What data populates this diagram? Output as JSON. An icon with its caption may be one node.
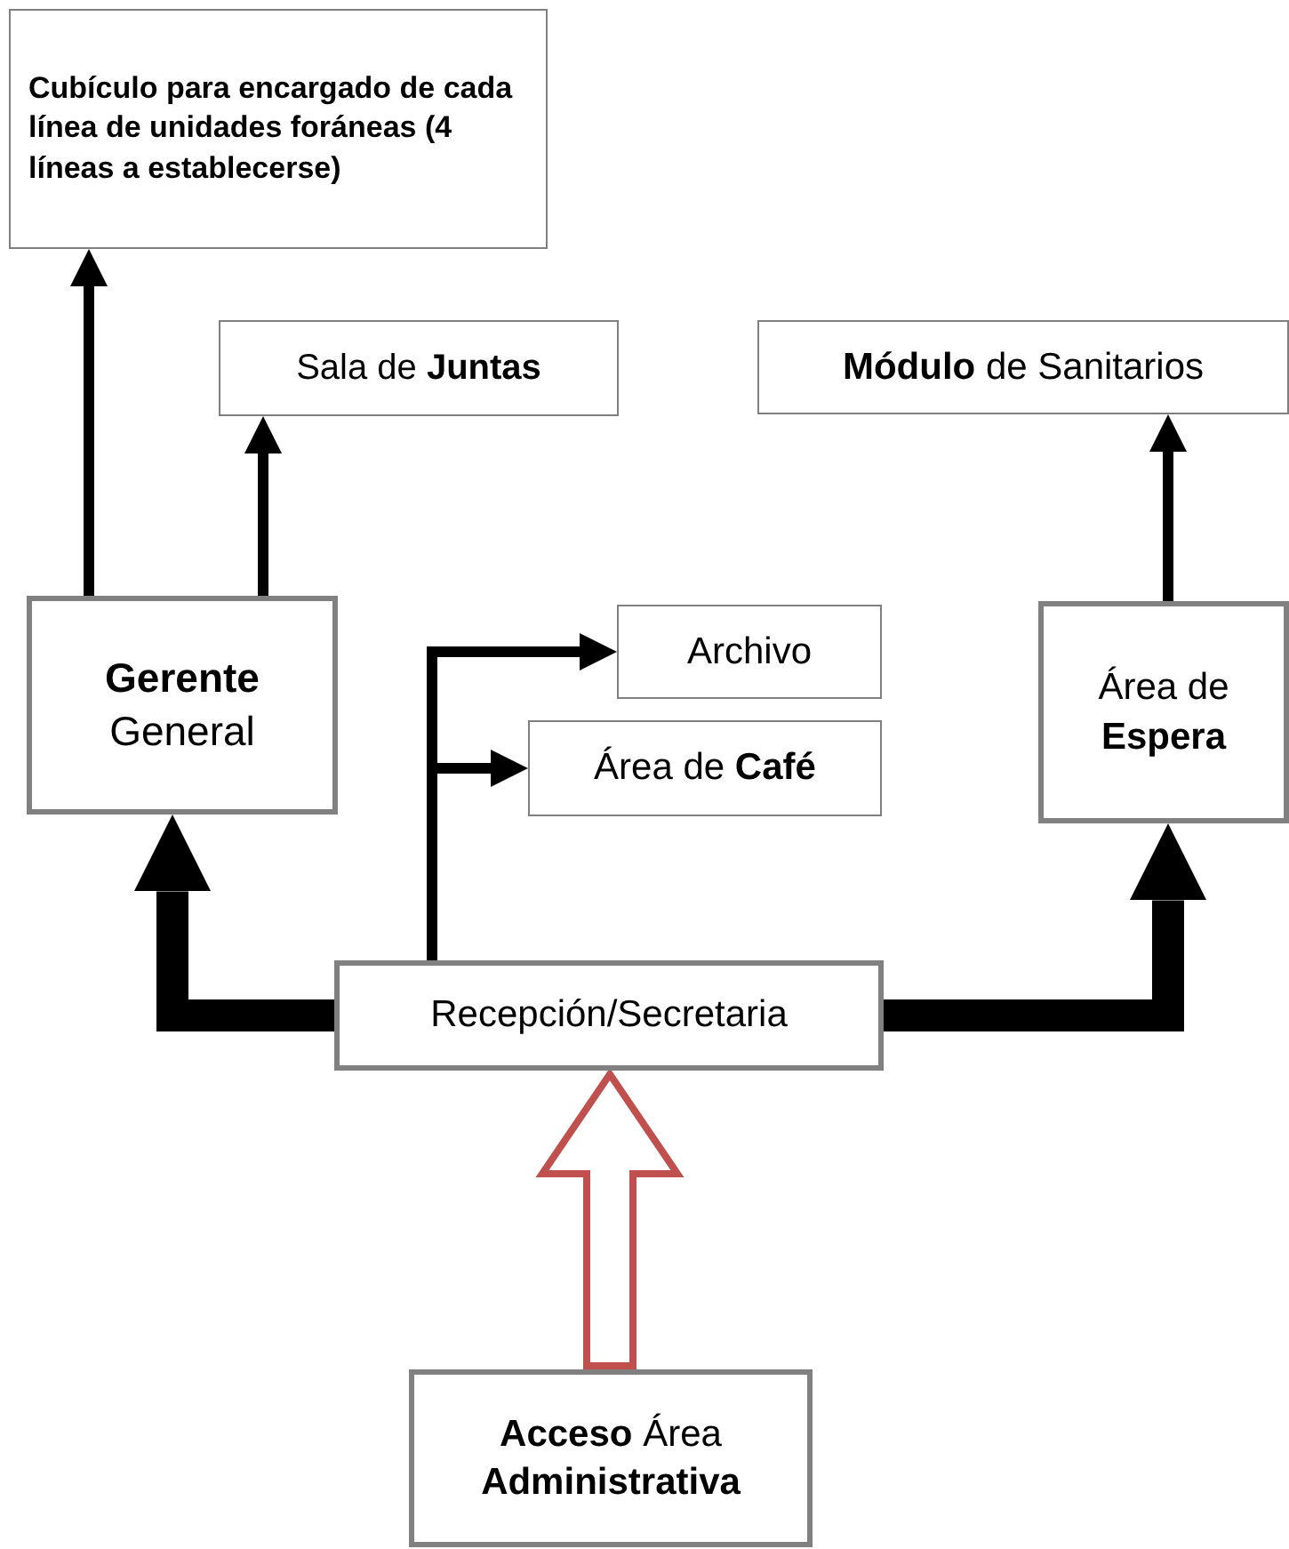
{
  "diagram": {
    "nodes": [
      {
        "text": [
          "Cubículo para encargado de cada línea de unidades foráneas (4 líneas a establecerse)"
        ]
      },
      {
        "text": [
          "Sala de **Juntas**"
        ]
      },
      {
        "text": [
          "**Módulo** de Sanitarios"
        ]
      },
      {
        "text": [
          "**Gerente** General"
        ]
      },
      {
        "text": [
          "Archivo"
        ]
      },
      {
        "text": [
          "Área de **Café**"
        ]
      },
      {
        "text": [
          "Área de **Espera**"
        ]
      },
      {
        "text": [
          "Recepción/Secretaria"
        ]
      },
      {
        "text": [
          "**Acceso** Área **Administrativa**"
        ]
      }
    ],
    "edges": [
      {
        "from": 3,
        "to": 0,
        "arrow": "to"
      },
      {
        "from": 3,
        "to": 1,
        "arrow": "to"
      },
      {
        "from": 6,
        "to": 2,
        "arrow": "to"
      },
      {
        "from": 7,
        "to": 4,
        "arrow": "to"
      },
      {
        "from": 7,
        "to": 5,
        "arrow": "to"
      },
      {
        "from": 7,
        "to": 3,
        "arrow": "to",
        "style": "thick"
      },
      {
        "from": 7,
        "to": 6,
        "arrow": "to",
        "style": "thick"
      },
      {
        "from": 8,
        "to": 7,
        "arrow": "to",
        "style": "thick",
        "color": "#c0504d"
      }
    ]
  }
}
